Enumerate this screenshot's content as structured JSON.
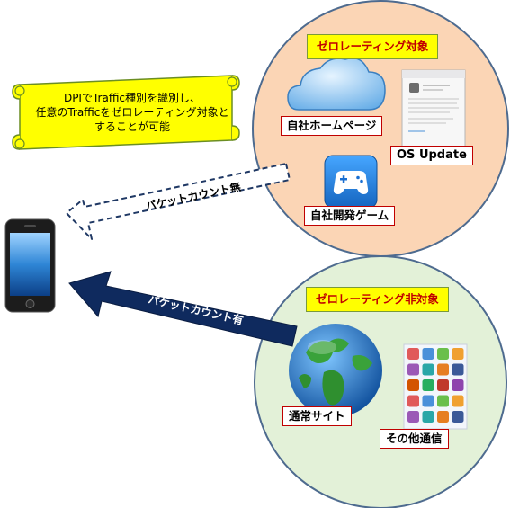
{
  "note": {
    "line1": "DPIでTraffic種別を識別し、",
    "line2": "任意のTrafficをゼロレーティング対象と",
    "line3": "することが可能"
  },
  "zero_rated": {
    "title": "ゼロレーティング対象",
    "items": {
      "homepage": "自社ホームページ",
      "os_update": "OS Update",
      "game": "自社開発ゲーム"
    }
  },
  "non_zero_rated": {
    "title": "ゼロレーティング非対象",
    "items": {
      "normal_sites": "通常サイト",
      "other": "その他通信"
    }
  },
  "arrows": {
    "no_count": "パケットカウント無",
    "with_count": "パケットカウント有"
  },
  "colors": {
    "zero_rated_bg": "#fbd5b5",
    "zero_rated_border": "#4e6b8f",
    "non_zero_rated_bg": "#e3f1d8",
    "non_zero_rated_border": "#4e6b8f",
    "note_bg": "#ffff00",
    "solid_arrow": "#0f2a5e",
    "dashed_arrow": "#1f3864"
  }
}
